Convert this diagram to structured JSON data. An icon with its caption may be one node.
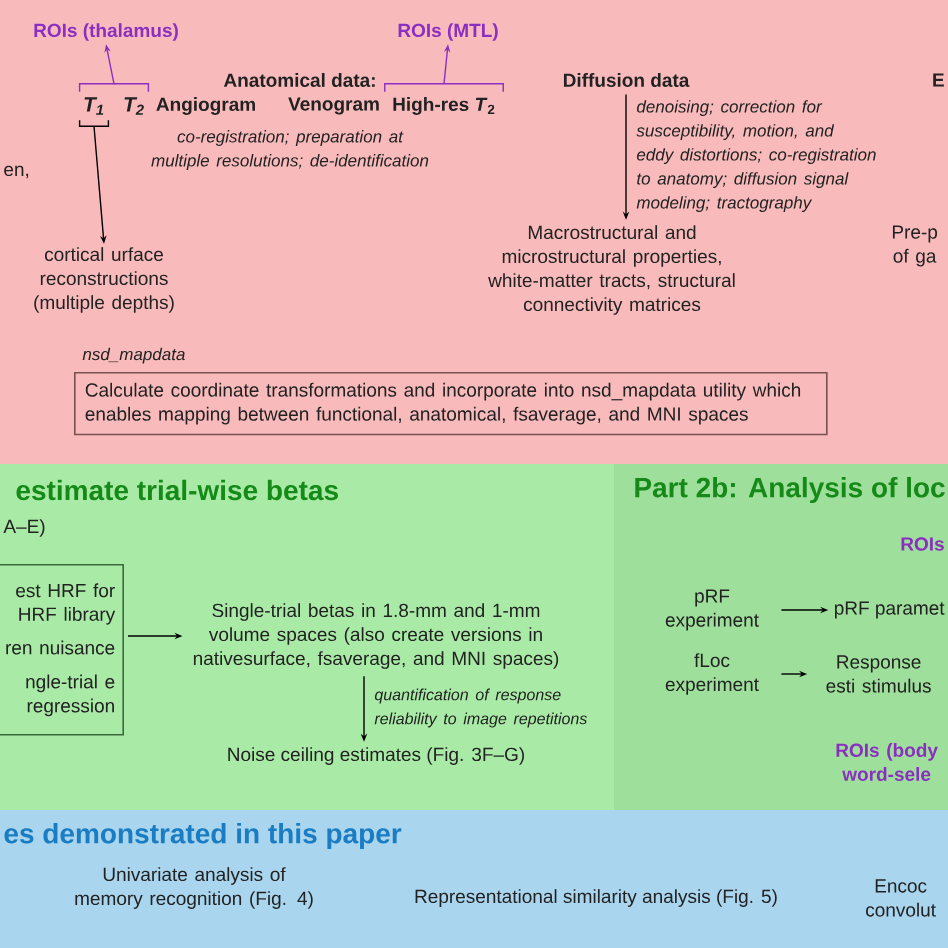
{
  "diagram": {
    "nodes": [
      {
        "text": [
          "ROIs (thalamus)"
        ]
      },
      {
        "text": [
          "T$_{1}$"
        ]
      },
      {
        "text": [
          "T$_{2}$"
        ]
      },
      {
        "text": [
          "ROIs (MTL)"
        ]
      },
      {
        "text": [
          "High-res *T*$_{2}$"
        ]
      },
      {
        "text": [
          "cortical urface reconstructions (multiple depths)"
        ]
      },
      {
        "text": [
          "Diffusion data"
        ]
      },
      {
        "text": [
          "Macrostructural and microstructural properties, white-matter tracts, structural connectivity matrices"
        ]
      },
      {
        "text": [
          "nsd_mapdata",
          "Calculate coordinate transformations and incorporate into nsd_mapdata utility which enables mapping between functional, anatomical, fsaverage, and MNI spaces"
        ]
      },
      {
        "text": [
          "est HRF for HRF library",
          "ren nuisance",
          "ngle-trial e regression"
        ]
      },
      {
        "text": [
          "Single-trial betas in 1.8-mm and 1-mm volume spaces (also create versions in nativesurface, fsaverage, and MNI spaces)"
        ]
      },
      {
        "text": [
          "Noise ceiling estimates (Fig. 3F–G)"
        ]
      },
      {
        "text": [
          "pRF experiment"
        ]
      },
      {
        "text": [
          "pRF paramet"
        ]
      },
      {
        "text": [
          "fLoc experiment"
        ]
      },
      {
        "text": [
          "Response esti stimulus"
        ]
      }
    ],
    "edges": [
      {
        "from": 1,
        "to": 0,
        "arrow": "to",
        "color": "#8a2fc0"
      },
      {
        "from": 2,
        "to": 0,
        "arrow": "to",
        "color": "#8a2fc0"
      },
      {
        "from": 4,
        "to": 3,
        "arrow": "to",
        "color": "#8a2fc0"
      },
      {
        "from": 1,
        "to": 5,
        "arrow": "to"
      },
      {
        "from": 6,
        "to": 7,
        "arrow": "to",
        "label": "denoising; correction for susceptibility, motion, and eddy distortions; co-registration to anatomy; diffusion signal modeling; tractography"
      },
      {
        "from": 9,
        "to": 10,
        "arrow": "to"
      },
      {
        "from": 10,
        "to": 11,
        "arrow": "to",
        "label": "quantification of response reliability to image repetitions"
      },
      {
        "from": 12,
        "to": 13,
        "arrow": "to"
      },
      {
        "from": 14,
        "to": 15,
        "arrow": "to"
      }
    ],
    "labels": [
      "Anatomical data:",
      "Angiogram",
      "Venogram",
      "co-registration; preparation at multiple resolutions; de-identification",
      "en,",
      "E",
      "Pre-p of ga",
      "estimate trial-wise betas",
      "A–E)",
      "Part 2b: Analysis of loc",
      "ROIs",
      "ROIs (body word-sele",
      "es demonstrated in this paper",
      "Univariate analysis of memory recognition (Fig. 4)",
      "Representational similarity analysis (Fig. 5)",
      "Encoc convolut"
    ]
  }
}
